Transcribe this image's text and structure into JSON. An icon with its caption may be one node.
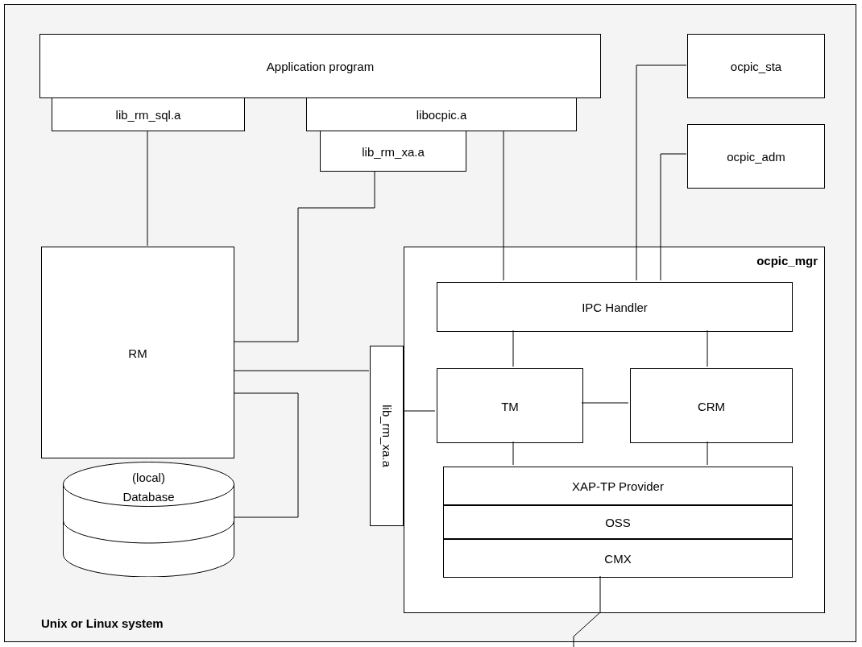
{
  "diagram": {
    "nodes": [
      {
        "text": [
          "Unix or Linux system"
        ]
      },
      {
        "text": [
          "Application program"
        ],
        "in": 0
      },
      {
        "text": [
          "lib_rm_sql.a"
        ],
        "in": 0
      },
      {
        "text": [
          "libocpic.a"
        ],
        "in": 0
      },
      {
        "text": [
          "lib_rm_xa.a"
        ],
        "in": 0
      },
      {
        "text": [
          "ocpic_sta"
        ],
        "in": 0
      },
      {
        "text": [
          "ocpic_adm"
        ],
        "in": 0
      },
      {
        "text": [
          "RM"
        ],
        "in": 0
      },
      {
        "text": [
          "(local) Database"
        ],
        "in": 0
      },
      {
        "text": [
          "ocpic_mgr"
        ],
        "in": 0
      },
      {
        "text": [
          "IPC Handler"
        ],
        "in": 9
      },
      {
        "text": [
          "lib_rm_xa.a"
        ],
        "in": 0
      },
      {
        "text": [
          "TM"
        ],
        "in": 9
      },
      {
        "text": [
          "CRM"
        ],
        "in": 9
      },
      {
        "text": [
          "XAP-TP Provider"
        ],
        "in": 9
      },
      {
        "text": [
          "OSS"
        ],
        "in": 9
      },
      {
        "text": [
          "CMX"
        ],
        "in": 9
      }
    ],
    "edges": [
      {
        "from": 2,
        "to": 7,
        "arrow": "none"
      },
      {
        "from": 4,
        "to": 7,
        "arrow": "none"
      },
      {
        "from": 3,
        "to": 10,
        "arrow": "none"
      },
      {
        "from": 5,
        "to": 10,
        "arrow": "none"
      },
      {
        "from": 6,
        "to": 10,
        "arrow": "none"
      },
      {
        "from": 7,
        "to": 11,
        "arrow": "none"
      },
      {
        "from": 7,
        "to": 8,
        "arrow": "none"
      },
      {
        "from": 11,
        "to": 12,
        "arrow": "none"
      },
      {
        "from": 10,
        "to": 12,
        "arrow": "none"
      },
      {
        "from": 10,
        "to": 13,
        "arrow": "none"
      },
      {
        "from": 12,
        "to": 13,
        "arrow": "none"
      },
      {
        "from": 12,
        "to": 14,
        "arrow": "none"
      },
      {
        "from": 13,
        "to": 14,
        "arrow": "none"
      },
      {
        "from": 16,
        "to": null,
        "arrow": "none"
      }
    ]
  }
}
